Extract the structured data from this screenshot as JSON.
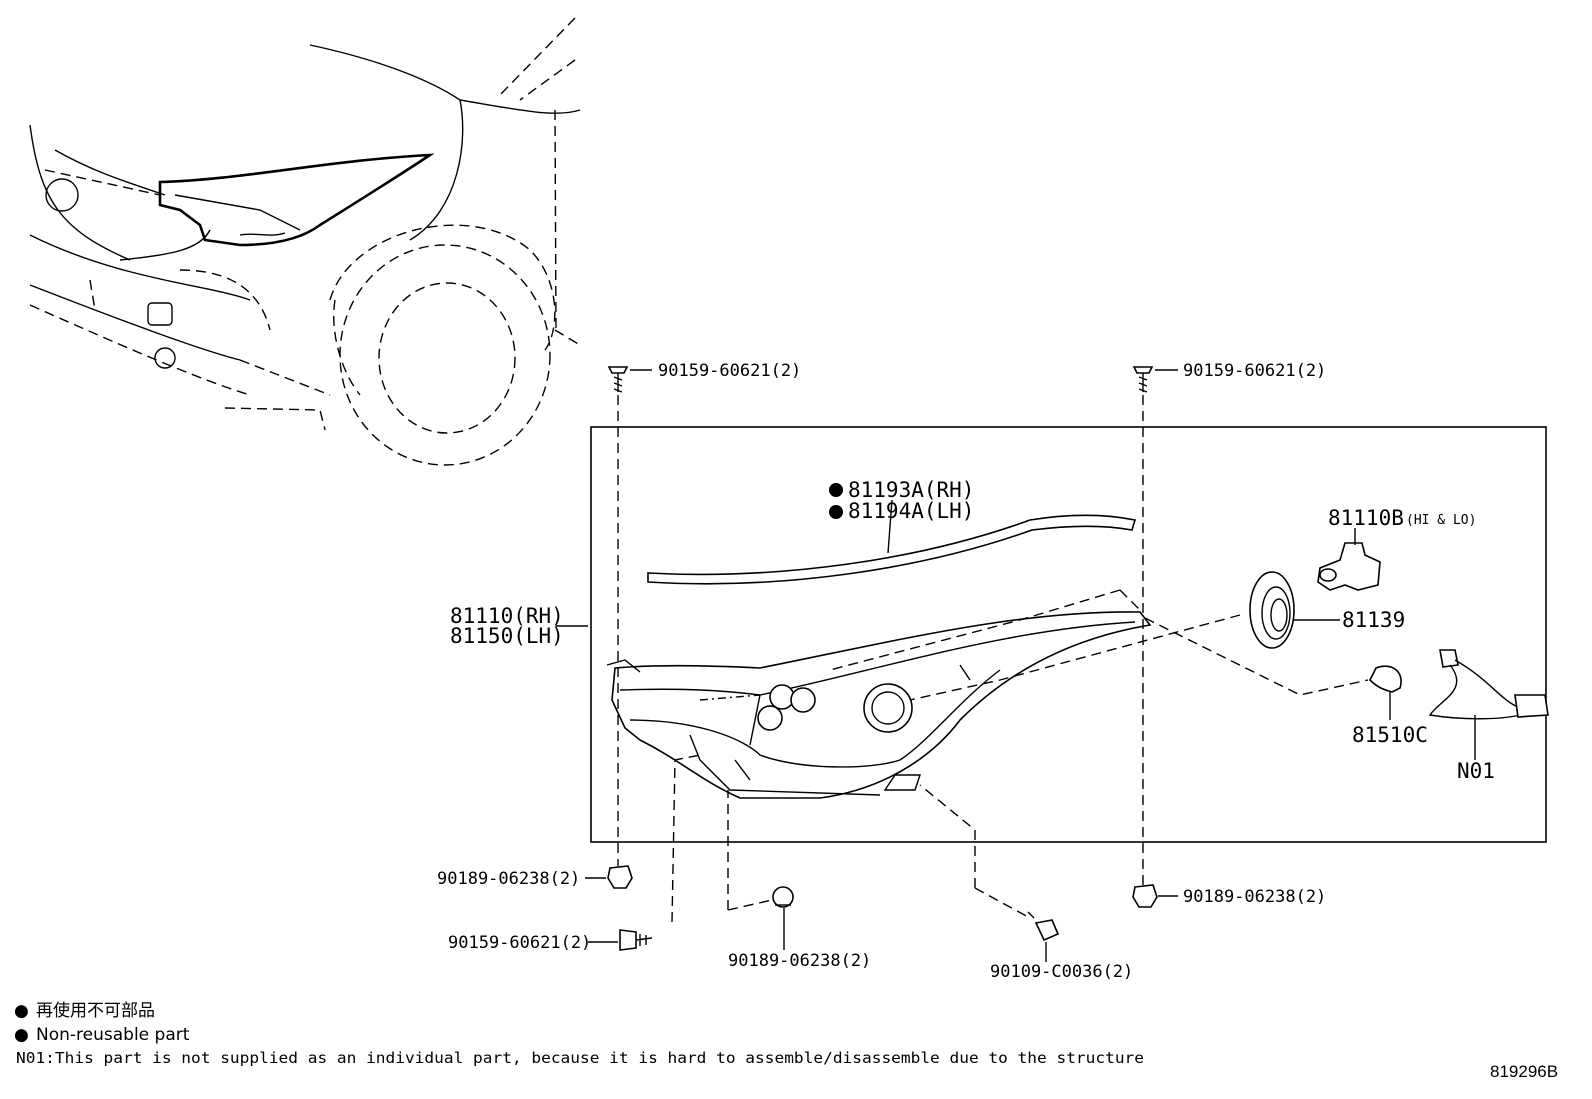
{
  "callouts": {
    "bolt_top_left": "90159-60621(2)",
    "bolt_top_right": "90159-60621(2)",
    "molding_rh": "81193A(RH)",
    "molding_lh": "81194A(LH)",
    "headlamp_rh": "81110(RH)",
    "headlamp_lh": "81150(LH)",
    "bulb_hi_lo_code": "81110B",
    "bulb_hi_lo_note": "(HI & LO)",
    "cap": "81139",
    "bulb_small": "81510C",
    "harness": "N01",
    "nut_left": "90189-06238(2)",
    "bolt_bottom_left": "90159-60621(2)",
    "nut_bottom_center": "90189-06238(2)",
    "screw_bottom": "90109-C0036(2)",
    "nut_right": "90189-06238(2)"
  },
  "legend": {
    "bullet": "●",
    "line_jp": "再使用不可部品",
    "line_en": "Non-reusable part",
    "n01_note": "N01:This part is not supplied as an individual part, because it is hard to assemble/disassemble due to the structure"
  },
  "figure_ref": "819296B"
}
